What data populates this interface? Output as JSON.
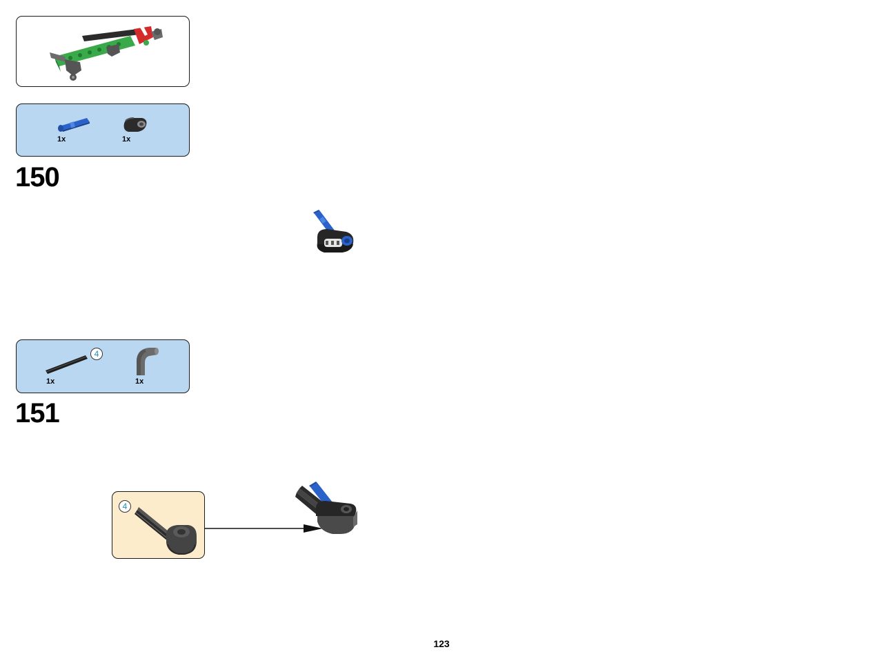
{
  "page": {
    "number": "123"
  },
  "steps": [
    {
      "number": "150",
      "parts": [
        {
          "qty": "1x",
          "icon": "blue-axle-pin-icon",
          "color": "#2a62c9"
        },
        {
          "qty": "1x",
          "icon": "black-beam-connector-icon",
          "color": "#2b2b2b"
        }
      ]
    },
    {
      "number": "151",
      "parts": [
        {
          "qty": "1x",
          "icon": "black-axle-icon",
          "color": "#1e1e1e",
          "length_badge": "4"
        },
        {
          "qty": "1x",
          "icon": "gray-curved-connector-icon",
          "color": "#6b6b6b"
        }
      ],
      "subassembly": {
        "length_badge": "4"
      }
    }
  ],
  "colors": {
    "parts_list_bg": "#b9d7f1",
    "subassembly_bg": "#fdeccb",
    "badge_text": "#1d8fb5",
    "green_beam": "#3aa94a",
    "red_part": "#d42a2a"
  }
}
